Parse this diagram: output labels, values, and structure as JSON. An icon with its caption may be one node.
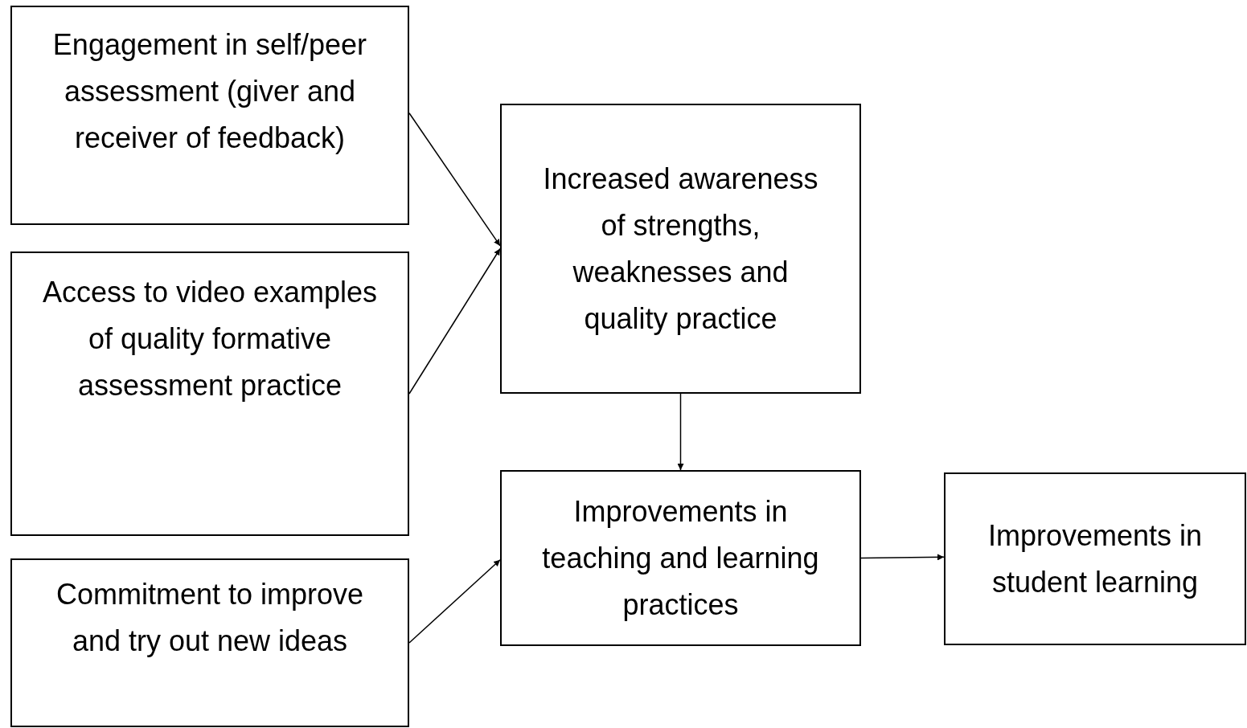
{
  "diagram": {
    "nodes": [
      {
        "text": [
          "Engagement in self/peer assessment (giver and receiver of feedback)"
        ]
      },
      {
        "text": [
          "Access to video examples of quality formative assessment practice"
        ]
      },
      {
        "text": [
          "Commitment to improve and try out new ideas"
        ]
      },
      {
        "text": [
          "Increased awareness of strengths, weaknesses and quality practice"
        ]
      },
      {
        "text": [
          "Improvements in teaching and learning practices"
        ]
      },
      {
        "text": [
          "Improvements in student learning"
        ]
      }
    ],
    "edges": [
      {
        "from": 0,
        "to": 3,
        "arrow": "to"
      },
      {
        "from": 1,
        "to": 3,
        "arrow": "to"
      },
      {
        "from": 3,
        "to": 4,
        "arrow": "to"
      },
      {
        "from": 2,
        "to": 4,
        "arrow": "to"
      },
      {
        "from": 4,
        "to": 5,
        "arrow": "to"
      }
    ]
  }
}
